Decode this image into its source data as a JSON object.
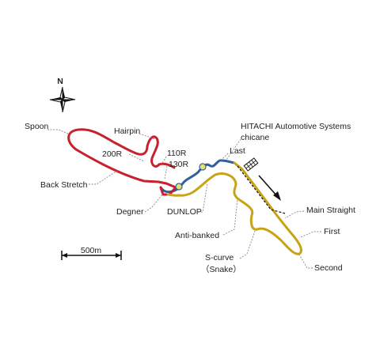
{
  "compass": {
    "north_label": "N",
    "icon": "compass-rose-icon"
  },
  "scale_bar": {
    "label": "500m"
  },
  "track": {
    "sector_colors": {
      "west": "#c8202c",
      "middle": "#2f5fa0",
      "east": "#c9a316"
    },
    "grandstand_icon": "grandstand-icon",
    "direction_icon": "direction-arrow-icon"
  },
  "labels": {
    "spoon": "Spoon",
    "hairpin": "Hairpin",
    "two_hundred_r": "200R",
    "back_stretch": "Back Stretch",
    "one_ten_r": "110R",
    "one_thirty_r": "130R",
    "hitachi_line1": "HITACHI Automotive Systems",
    "hitachi_line2": "chicane",
    "last": "Last",
    "degner": "Degner",
    "dunlop": "DUNLOP",
    "anti_banked": "Anti-banked",
    "main_straight": "Main Straight",
    "first": "First",
    "s_curve_line1": "S-curve",
    "s_curve_line2": "（Snake）",
    "second": "Second"
  }
}
